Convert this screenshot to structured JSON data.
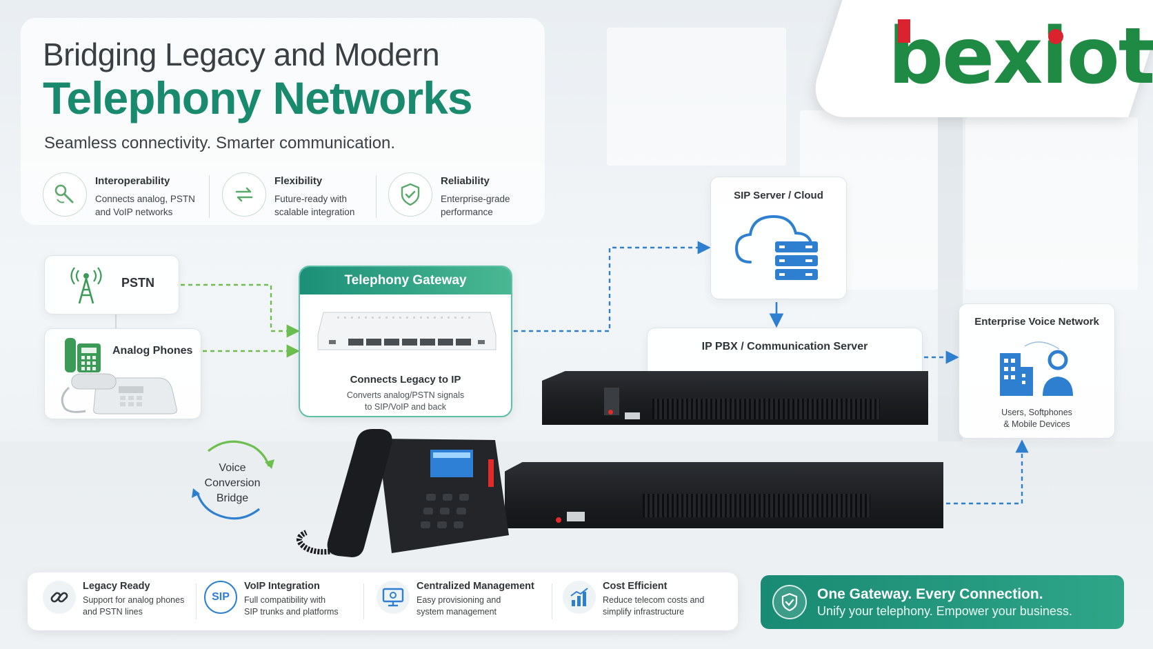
{
  "header": {
    "title_line1": "Bridging Legacy and Modern",
    "title_line2": "Telephony Networks",
    "tagline": "Seamless connectivity. Smarter communication."
  },
  "logo": {
    "text": "bexiot",
    "colors": {
      "green": "#1f8a43",
      "red": "#d9232f"
    }
  },
  "features": [
    {
      "title": "Interoperability",
      "desc_line1": "Connects analog, PSTN",
      "desc_line2": "and VoIP networks",
      "icon": "link-search-icon"
    },
    {
      "title": "Flexibility",
      "desc_line1": "Future-ready with",
      "desc_line2": "scalable integration",
      "icon": "swap-arrows-icon"
    },
    {
      "title": "Reliability",
      "desc_line1": "Enterprise-grade",
      "desc_line2": "performance",
      "icon": "shield-check-icon"
    }
  ],
  "nodes": {
    "pstn": "PSTN",
    "analog": "Analog Phones",
    "gateway": {
      "header": "Telephony Gateway",
      "title": "Connects Legacy to IP",
      "desc_line1": "Converts analog/PSTN signals",
      "desc_line2": "to SIP/VoIP and back"
    },
    "sip": "SIP Server / Cloud",
    "pbx": "IP PBX / Communication Server",
    "enterprise": {
      "title": "Enterprise Voice Network",
      "desc_line1": "Users, Softphones",
      "desc_line2": "& Mobile Devices"
    },
    "bridge": {
      "line1": "Voice",
      "line2": "Conversion",
      "line3": "Bridge"
    }
  },
  "benefits": [
    {
      "title": "Legacy Ready",
      "desc_line1": "Support for analog phones",
      "desc_line2": "and PSTN lines",
      "icon": "chain-link-icon"
    },
    {
      "title": "VoIP Integration",
      "desc_line1": "Full compatibility with",
      "desc_line2": "SIP trunks and platforms",
      "icon": "sip-icon",
      "icon_text": "SIP"
    },
    {
      "title": "Centralized Management",
      "desc_line1": "Easy provisioning and",
      "desc_line2": "system management",
      "icon": "monitor-settings-icon"
    },
    {
      "title": "Cost Efficient",
      "desc_line1": "Reduce telecom costs and",
      "desc_line2": "simplify infrastructure",
      "icon": "bar-chart-icon"
    }
  ],
  "cta": {
    "title": "One Gateway. Every Connection.",
    "subtitle": "Unify your telephony. Empower your business."
  },
  "colors": {
    "brand_green": "#1a8a6e",
    "accent_teal": "#2fa588",
    "flow_green": "#6cbf4e",
    "flow_blue": "#2f7fd1"
  }
}
